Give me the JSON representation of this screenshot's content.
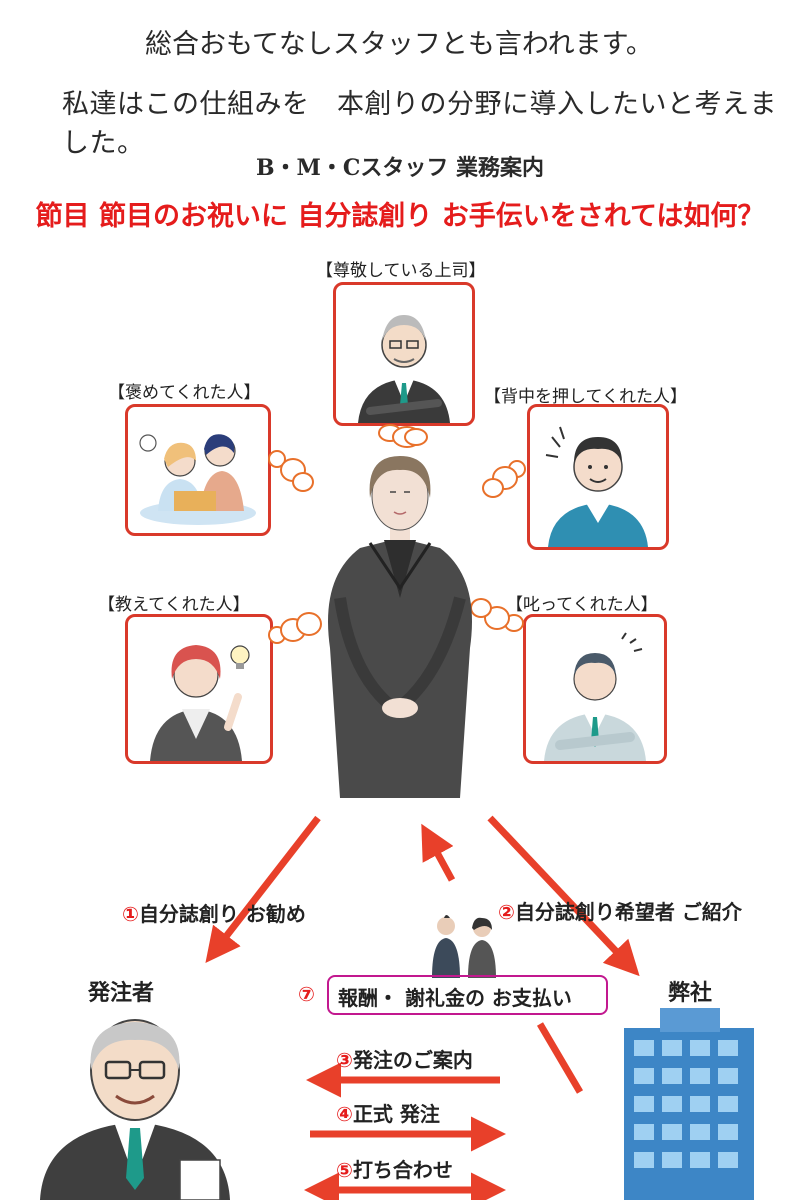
{
  "intro": {
    "line1": "総合おもてなしスタッフとも言われます。",
    "line2": "私達はこの仕組みを　本創りの分野に導入したいと考えました。"
  },
  "subtitle": "B・M・Cスタッフ 業務案内",
  "headline": "節目 節目のお祝いに 自分誌創り お手伝いをされては如何？",
  "people": [
    {
      "label": "【尊敬している上司】"
    },
    {
      "label": "【褒めてくれた人】"
    },
    {
      "label": "【背中を押してくれた人】"
    },
    {
      "label": "【教えてくれた人】"
    },
    {
      "label": "【叱ってくれた人】"
    }
  ],
  "parties": {
    "client": "発注者",
    "company": "弊社"
  },
  "flow": [
    {
      "num": "①",
      "text": "自分誌創り お勧め"
    },
    {
      "num": "②",
      "text": "自分誌創り希望者 ご紹介"
    },
    {
      "num": "③",
      "text": "発注のご案内"
    },
    {
      "num": "④",
      "text": "正式 発注"
    },
    {
      "num": "⑤",
      "text": "打ち合わせ"
    },
    {
      "num": "⑦",
      "text": "報酬・ 謝礼金の お支払い"
    }
  ],
  "colors": {
    "headline": "#e51c1c",
    "box_border": "#d9392a",
    "bubble": "#e8702a",
    "arrow": "#e8402a",
    "pay_box": "#c2188f",
    "building": "#3d86c6"
  }
}
